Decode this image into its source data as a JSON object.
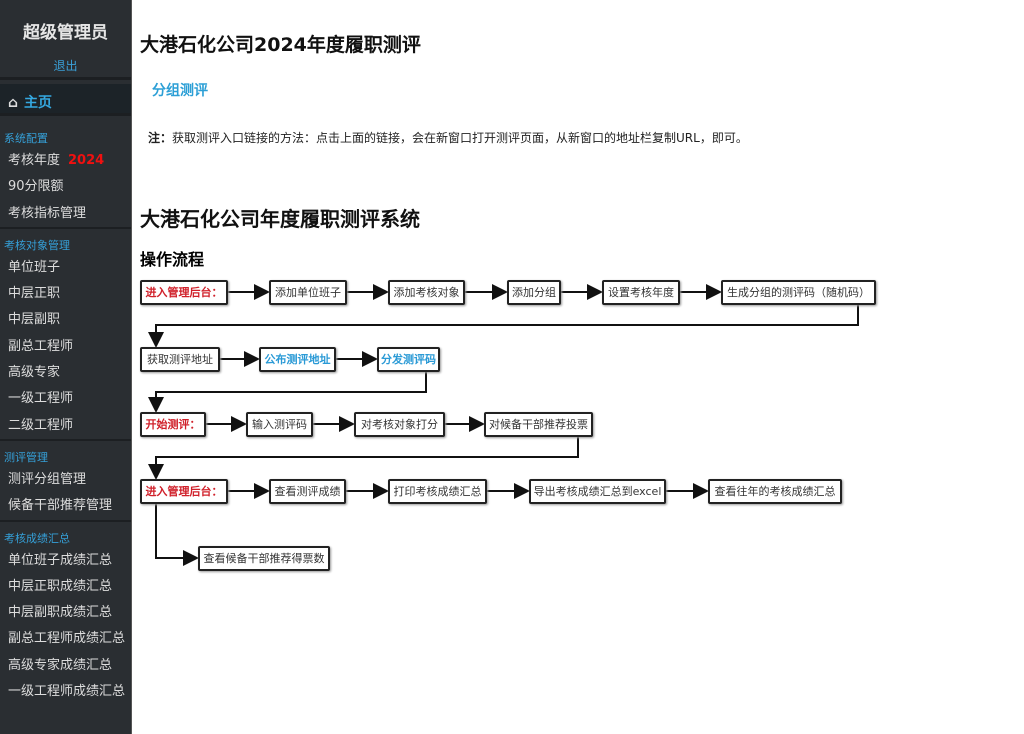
{
  "sidebar": {
    "title": "超级管理员",
    "logout": "退出",
    "home": "主页",
    "home_icon": "home-icon",
    "sections": [
      {
        "label": "系统配置",
        "items": [
          "考核年度",
          "90分限额",
          "考核指标管理"
        ],
        "year": "2024"
      },
      {
        "label": "考核对象管理",
        "items": [
          "单位班子",
          "中层正职",
          "中层副职",
          "副总工程师",
          "高级专家",
          "一级工程师",
          "二级工程师"
        ]
      },
      {
        "label": "测评管理",
        "items": [
          "测评分组管理",
          "候备干部推荐管理"
        ]
      },
      {
        "label": "考核成绩汇总",
        "items": [
          "单位班子成绩汇总",
          "中层正职成绩汇总",
          "中层副职成绩汇总",
          "副总工程师成绩汇总",
          "高级专家成绩汇总",
          "一级工程师成绩汇总"
        ]
      }
    ]
  },
  "main": {
    "title": "大港石化公司2024年度履职测评",
    "group_link": "分组测评",
    "note_label": "注：",
    "note": "获取测评入口链接的方法：点击上面的链接，会在新窗口打开测评页面，从新窗口的地址栏复制URL，即可。",
    "system_title": "大港石化公司年度履职测评系统",
    "flow_title": "操作流程",
    "flow": {
      "row1": [
        "进入管理后台：",
        "添加单位班子",
        "添加考核对象",
        "添加分组",
        "设置考核年度",
        "生成分组的测评码（随机码）"
      ],
      "row2": [
        "获取测评地址",
        "公布测评地址",
        "分发测评码"
      ],
      "row3": [
        "开始测评：",
        "输入测评码",
        "对考核对象打分",
        "对候备干部推荐投票"
      ],
      "row4": [
        "进入管理后台：",
        "查看测评成绩",
        "打印考核成绩汇总",
        "导出考核成绩汇总到excel",
        "查看往年的考核成绩汇总"
      ],
      "row5": [
        "查看候备干部推荐得票数"
      ]
    }
  },
  "colors": {
    "accent": "#2c9fd6",
    "red": "#d0202a",
    "sidebar": "#2a2e32"
  }
}
